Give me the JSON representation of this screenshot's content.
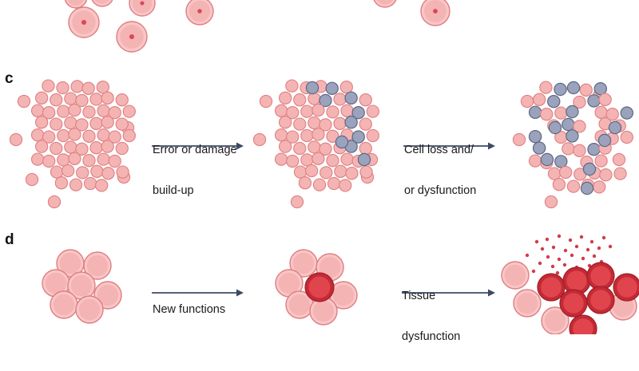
{
  "panels": [
    {
      "label": "c",
      "arrows": [
        {
          "line1": "Error or damage",
          "line2": "build-up"
        },
        {
          "line1": "Cell loss and/",
          "line2": "or dysfunction"
        }
      ]
    },
    {
      "label": "d",
      "arrows": [
        {
          "line1": "New functions",
          "line2": ""
        },
        {
          "line1": "Tissue",
          "line2": "dysfunction"
        }
      ]
    }
  ],
  "colors": {
    "cell_fill": "#f4b4b4",
    "cell_stroke": "#e07e80",
    "nucleus": "#d9475a",
    "damaged_fill": "#9aa3bb",
    "damaged_stroke": "#5d6785",
    "big_cell_fill": "#f3a9ab",
    "big_cell_inner": "#f8c6c6",
    "red_cell_fill": "#c42a35",
    "red_cell_inner": "#e0454e",
    "arrow": "#3d4a66"
  },
  "icons": [
    "cell-icon",
    "damaged-cell-icon",
    "arrow-icon"
  ]
}
